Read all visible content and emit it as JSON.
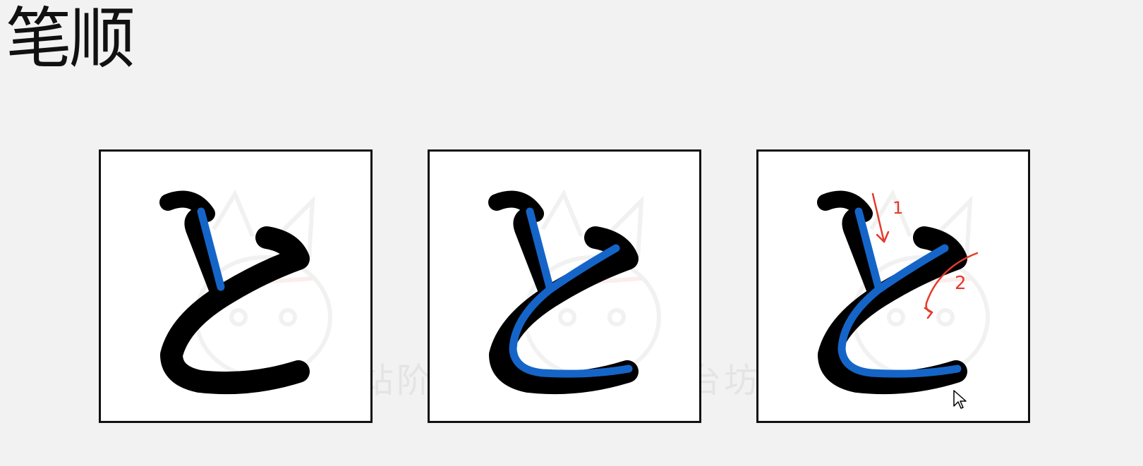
{
  "page": {
    "title": "笔顺",
    "background": "#f2f2f2"
  },
  "panels": [
    {
      "id": "step-1",
      "character": "と",
      "highlight_color": "#1565c8"
    },
    {
      "id": "step-2",
      "character": "と",
      "highlight_color": "#1565c8"
    },
    {
      "id": "step-3",
      "character": "と",
      "highlight_color": "#1565c8"
    }
  ],
  "annotations": {
    "stroke_1_number": "1",
    "stroke_2_number": "2",
    "color": "#e53a2a"
  },
  "watermark": {
    "chars": [
      "站",
      "阶",
      "台",
      "坊"
    ]
  }
}
